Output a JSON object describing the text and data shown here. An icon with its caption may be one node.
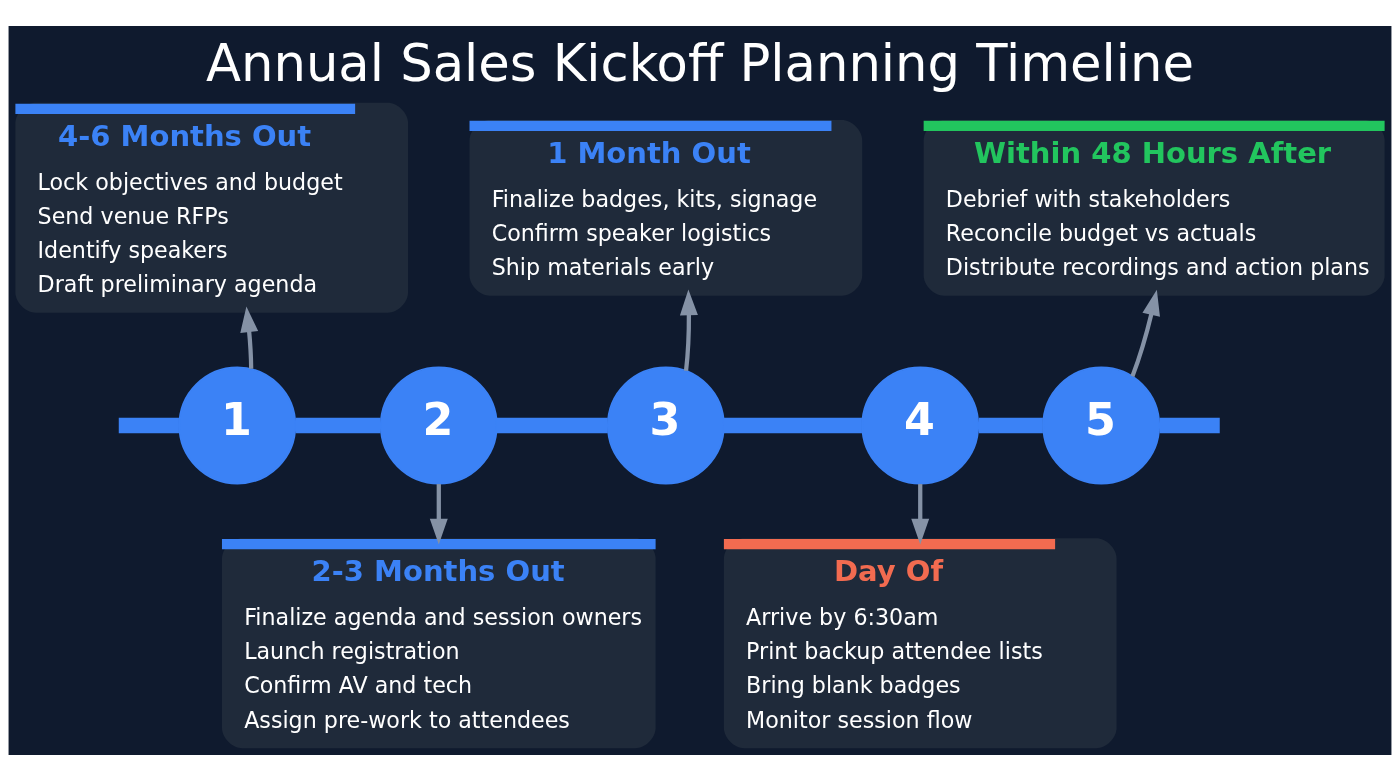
{
  "diagram": {
    "title": "Annual Sales Kickoff Planning Timeline",
    "nodes": [
      {
        "text": [
          "4-6 Months Out",
          "Lock objectives and budget",
          "Send venue RFPs",
          "Identify speakers",
          "Draft preliminary agenda"
        ]
      },
      {
        "text": [
          "1 Month Out",
          "Finalize badges, kits, signage",
          "Confirm speaker logistics",
          "Ship materials early"
        ]
      },
      {
        "text": [
          "Within 48 Hours After",
          "Debrief with stakeholders",
          "Reconcile budget vs actuals",
          "Distribute recordings and action plans"
        ]
      },
      {
        "text": [
          "1"
        ]
      },
      {
        "text": [
          "2"
        ]
      },
      {
        "text": [
          "3"
        ]
      },
      {
        "text": [
          "4"
        ]
      },
      {
        "text": [
          "5"
        ]
      },
      {
        "text": [
          "2-3 Months Out",
          "Finalize agenda and session owners",
          "Launch registration",
          "Confirm AV and tech",
          "Assign pre-work to attendees"
        ]
      },
      {
        "text": [
          "Day Of",
          "Arrive by 6:30am",
          "Print backup attendee lists",
          "Bring blank badges",
          "Monitor session flow"
        ]
      }
    ],
    "edges": [
      {
        "from": null,
        "to": 3,
        "arrow": "none"
      },
      {
        "from": 3,
        "to": 4,
        "arrow": "none"
      },
      {
        "from": 4,
        "to": 5,
        "arrow": "none"
      },
      {
        "from": 5,
        "to": 6,
        "arrow": "none"
      },
      {
        "from": 6,
        "to": 7,
        "arrow": "none"
      },
      {
        "from": 7,
        "to": null,
        "arrow": "none"
      },
      {
        "from": 3,
        "to": 0,
        "arrow": "to",
        "color": "#8592a6"
      },
      {
        "from": 4,
        "to": 8,
        "arrow": "to",
        "color": "#8592a6"
      },
      {
        "from": 5,
        "to": 1,
        "arrow": "to",
        "color": "#8592a6"
      },
      {
        "from": 6,
        "to": 9,
        "arrow": "to",
        "color": "#8592a6"
      },
      {
        "from": 7,
        "to": 2,
        "arrow": "to",
        "color": "#8592a6"
      }
    ]
  }
}
